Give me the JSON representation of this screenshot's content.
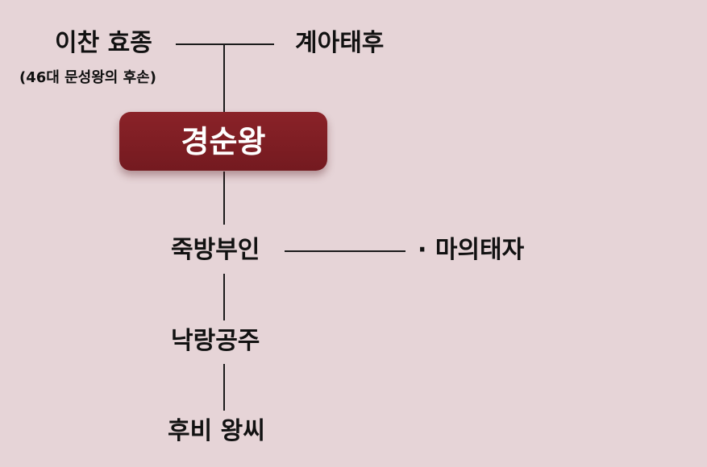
{
  "nodes": {
    "father": "이찬 효종",
    "father_note": "(46대 문성왕의 후손)",
    "mother": "계아태후",
    "king": "경순왕",
    "queen": "죽방부인",
    "son": "· 마의태자",
    "daughter": "낙랑공주",
    "consort": "후비 왕씨"
  },
  "colors": {
    "background": "#e6d4d7",
    "king_box": "#7d1d23",
    "king_text": "#ffffff",
    "text": "#111111",
    "line": "#1a1a1a"
  }
}
